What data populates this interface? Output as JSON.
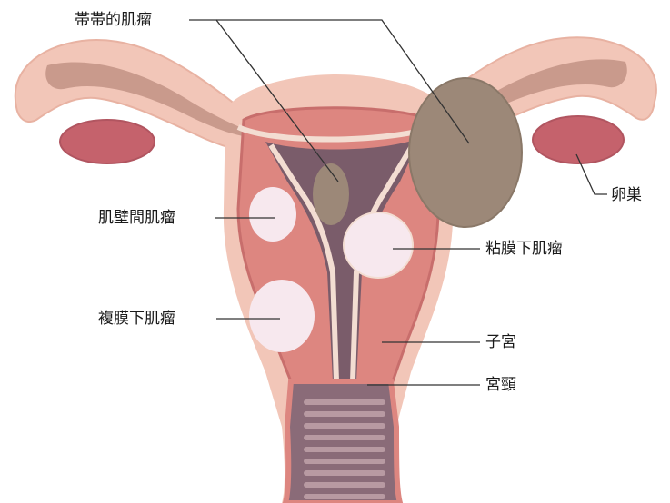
{
  "labels": {
    "pedunculated": "帯帯的肌瘤",
    "ovary": "卵巣",
    "intramural": "肌壁間肌瘤",
    "submucosal": "粘膜下肌瘤",
    "subserosal": "複膜下肌瘤",
    "uterus": "子宮",
    "cervix": "宮頸"
  },
  "colors": {
    "outer_tissue": "#f2c6b8",
    "tube_outline": "#e8b2a2",
    "tube_lumen": "#c99a8c",
    "uterus_wall": "#dd8680",
    "uterus_wall_dark": "#c86e6c",
    "cavity": "#7a5c6a",
    "cavity_light": "#a0829a",
    "lining": "#f3ddd2",
    "fibroid": "#f7e8ee",
    "pedunculated_fibroid": "#9c8878",
    "ovary": "#c5626c",
    "cervix_canal": "#8a6b78",
    "cervix_rings": "#b89aa2",
    "leader_line": "#333333"
  }
}
